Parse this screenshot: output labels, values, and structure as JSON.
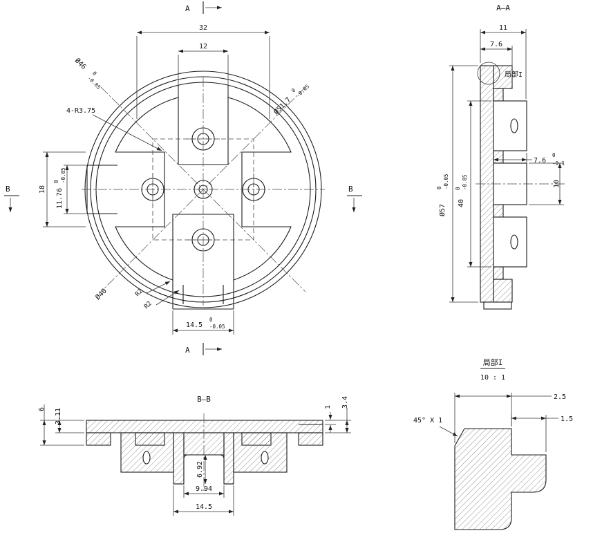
{
  "front_view": {
    "markers": {
      "a_top": "A",
      "a_bottom": "A",
      "b_left": "B",
      "b_right": "B"
    },
    "dims": {
      "width_32": "32",
      "slot_12": "12",
      "notch_18": "18",
      "slot_1176": {
        "v": "11.76",
        "tu": "0",
        "tl": "-0.05"
      },
      "slot_145": {
        "v": "14.5",
        "tu": "0",
        "tl": "-0.05"
      },
      "dia46": {
        "v": "Ø46",
        "tu": "0",
        "tl": "-0.05"
      },
      "dia517": {
        "v": "Ø51.7",
        "tu": "0",
        "tl": "-0.05"
      },
      "fillet": "4-R3.75",
      "dia40": "Ø40",
      "r2a": "R2",
      "r2b": "R2"
    }
  },
  "section_aa": {
    "title": "A—A",
    "detail_label": "局部I",
    "dims": {
      "t11": "11",
      "t76": "7.6",
      "dia57": {
        "v": "Ø57",
        "tu": "0",
        "tl": "-0.05"
      },
      "h40": {
        "v": "40",
        "tu": "0",
        "tl": "-0.05"
      },
      "w76": {
        "v": "7.6",
        "tu": "0",
        "tl": "-0.1"
      },
      "h10": "10"
    }
  },
  "section_bb": {
    "title": "B—B",
    "dims": {
      "h6": "6",
      "h311": "3.11",
      "h1": "1",
      "h34": "3.4",
      "d692": "6.92",
      "w994": "9.94",
      "w145": "14.5"
    }
  },
  "detail_view": {
    "title": "局部I",
    "scale": "10 : 1",
    "chamfer": "45° X 1",
    "dims": {
      "w25": "2.5",
      "w15": "1.5"
    }
  }
}
